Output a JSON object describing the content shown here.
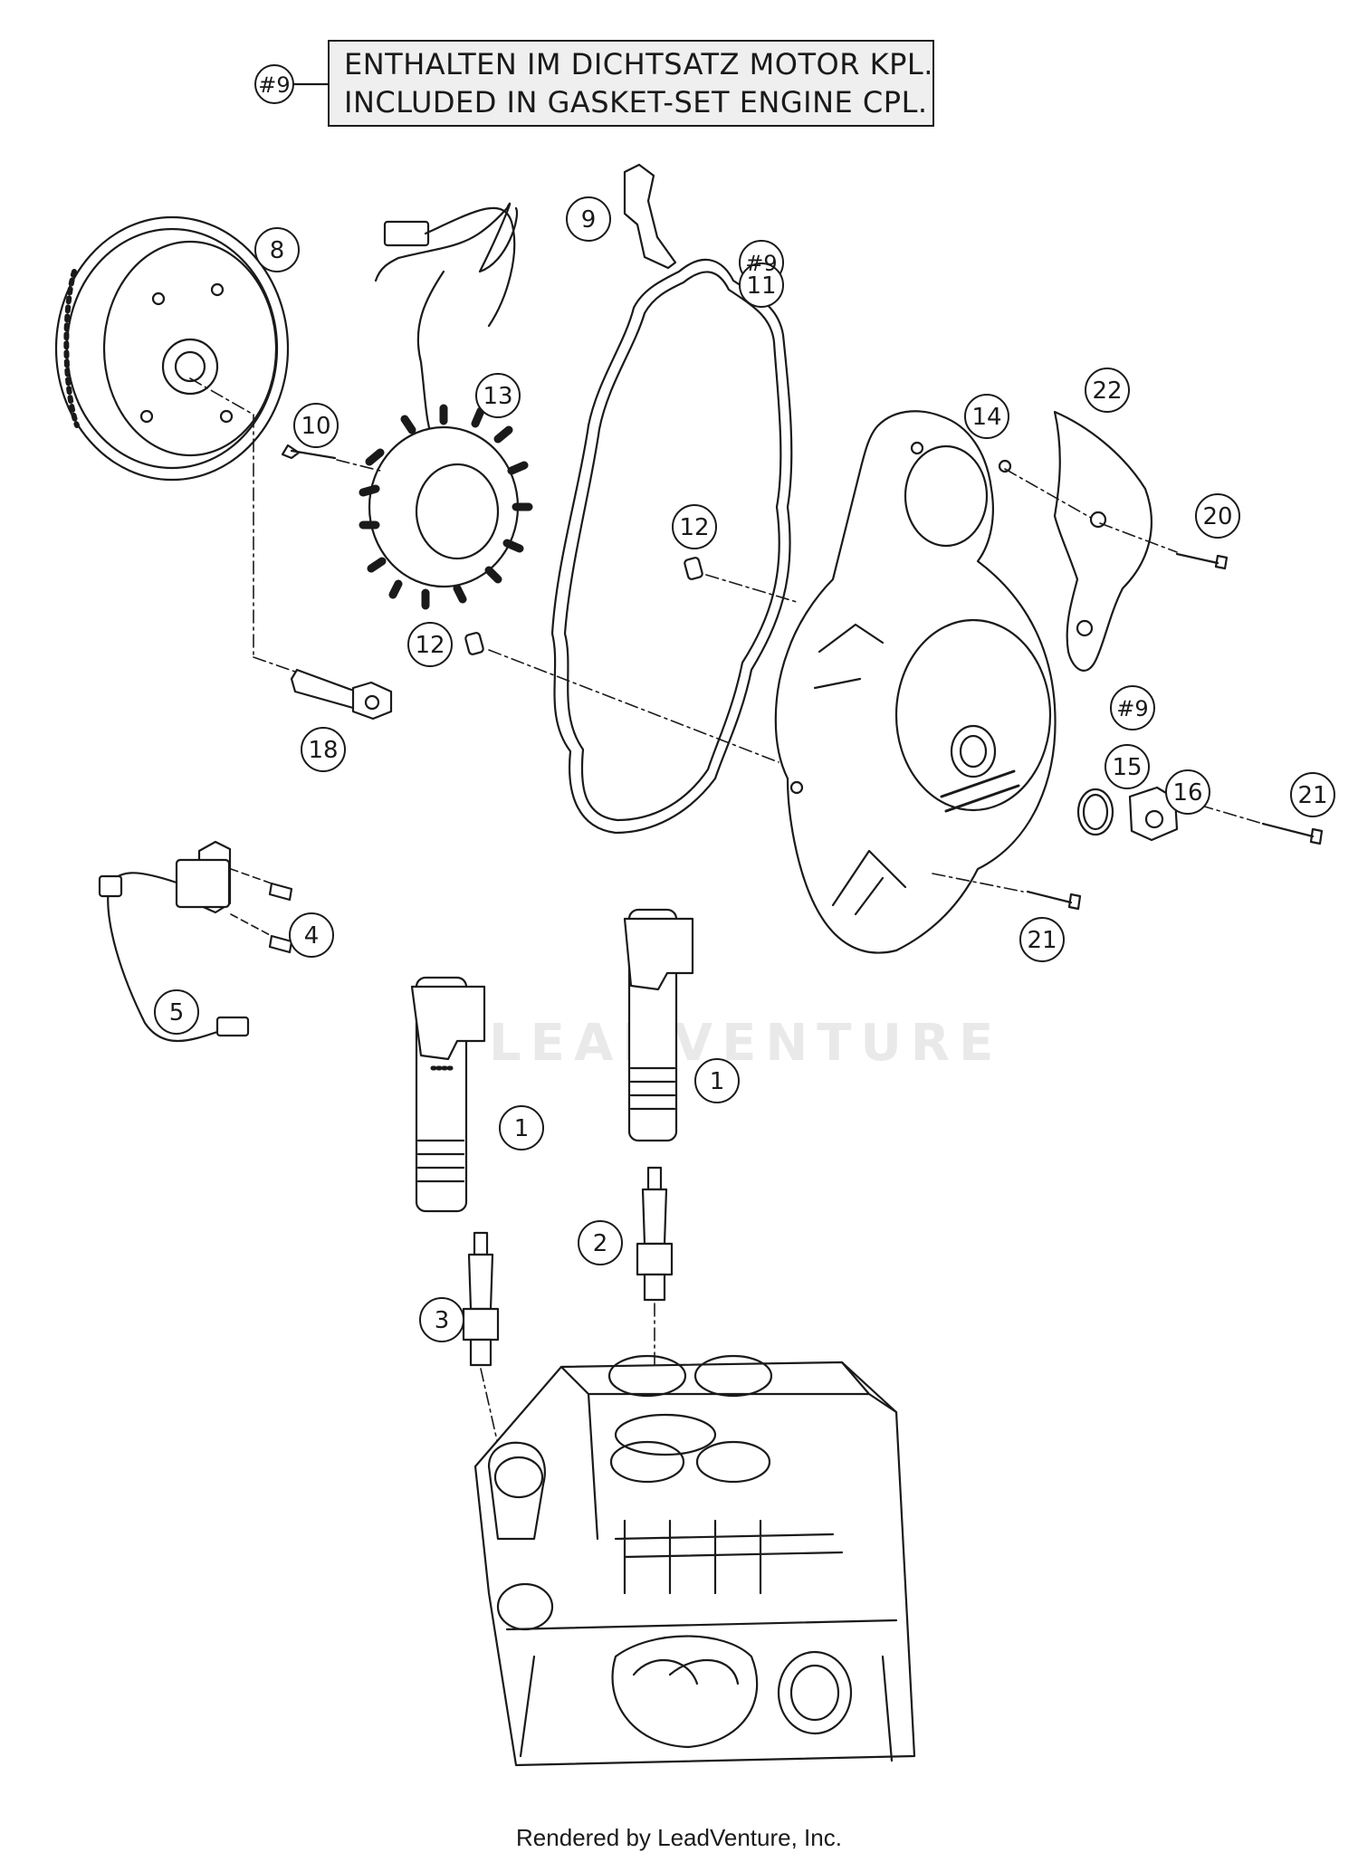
{
  "legend": {
    "tag": "#9",
    "line_de": "ENTHALTEN IM DICHTSATZ MOTOR KPL.",
    "line_en": "INCLUDED IN GASKET-SET ENGINE CPL."
  },
  "callouts": [
    "8",
    "9",
    "#9",
    "11",
    "10",
    "13",
    "14",
    "22",
    "20",
    "12",
    "12",
    "18",
    "#9",
    "15",
    "16",
    "21",
    "21",
    "4",
    "5",
    "1",
    "1",
    "2",
    "3"
  ],
  "watermark": "LEADVENTURE",
  "footer": "Rendered by LeadVenture, Inc.",
  "colors": {
    "line": "#1a1a1a",
    "legend_fill": "#efefef",
    "watermark": "#e9e9e9"
  }
}
